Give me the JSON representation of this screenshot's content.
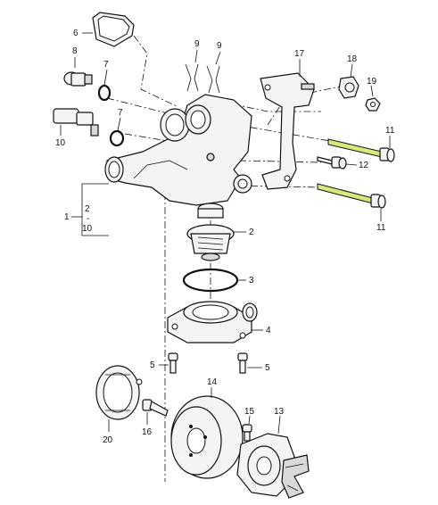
{
  "diagram": {
    "callouts": {
      "c1": "1",
      "c2": "2",
      "c2b": "2",
      "c3": "3",
      "c4": "4",
      "c5a": "5",
      "c5b": "5",
      "c6": "6",
      "c7a": "7",
      "c7b": "7",
      "c8": "8",
      "c9a": "9",
      "c9b": "9",
      "c10": "10",
      "c10b": "10",
      "c11a": "11",
      "c11b": "11",
      "c12": "12",
      "c13": "13",
      "c14": "14",
      "c15": "15",
      "c16": "16",
      "c17": "17",
      "c18": "18",
      "c19": "19",
      "c20": "20",
      "range_dash": "-"
    },
    "colors": {
      "bolt_thread": "#d8e87a",
      "ink": "#111111",
      "paper": "#ffffff"
    }
  }
}
